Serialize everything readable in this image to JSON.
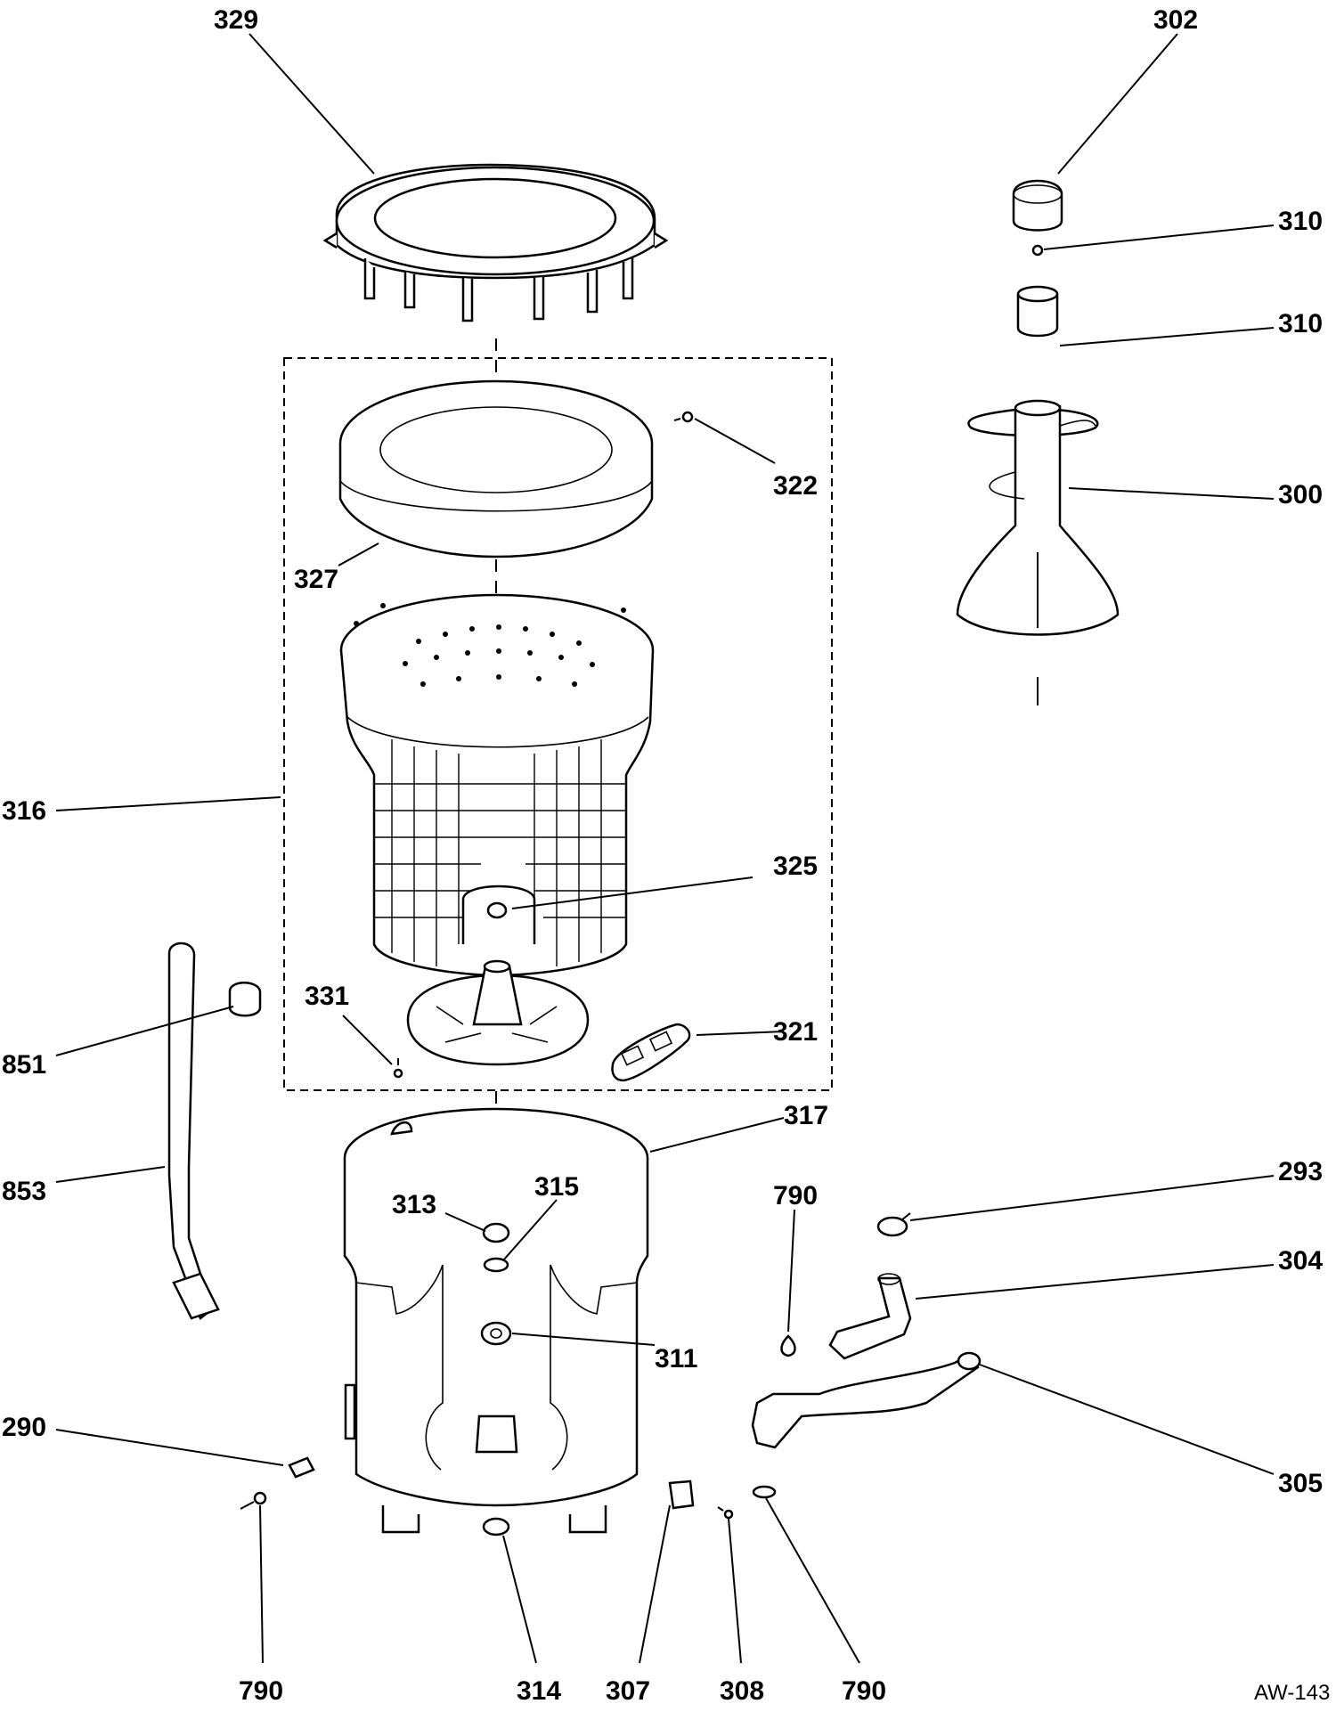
{
  "diagram_code": "AW-143",
  "callouts": [
    {
      "id": "c329",
      "text": "329"
    },
    {
      "id": "c302",
      "text": "302"
    },
    {
      "id": "c310a",
      "text": "310"
    },
    {
      "id": "c310b",
      "text": "310"
    },
    {
      "id": "c322",
      "text": "322"
    },
    {
      "id": "c300",
      "text": "300"
    },
    {
      "id": "c327",
      "text": "327"
    },
    {
      "id": "c316",
      "text": "316"
    },
    {
      "id": "c325",
      "text": "325"
    },
    {
      "id": "c331",
      "text": "331"
    },
    {
      "id": "c321",
      "text": "321"
    },
    {
      "id": "c851",
      "text": "851"
    },
    {
      "id": "c317",
      "text": "317"
    },
    {
      "id": "c853",
      "text": "853"
    },
    {
      "id": "c313",
      "text": "313"
    },
    {
      "id": "c315",
      "text": "315"
    },
    {
      "id": "c790a",
      "text": "790"
    },
    {
      "id": "c293",
      "text": "293"
    },
    {
      "id": "c304",
      "text": "304"
    },
    {
      "id": "c311",
      "text": "311"
    },
    {
      "id": "c290",
      "text": "290"
    },
    {
      "id": "c305",
      "text": "305"
    },
    {
      "id": "c790b",
      "text": "790"
    },
    {
      "id": "c314",
      "text": "314"
    },
    {
      "id": "c307",
      "text": "307"
    },
    {
      "id": "c308",
      "text": "308"
    },
    {
      "id": "c790c",
      "text": "790"
    }
  ]
}
